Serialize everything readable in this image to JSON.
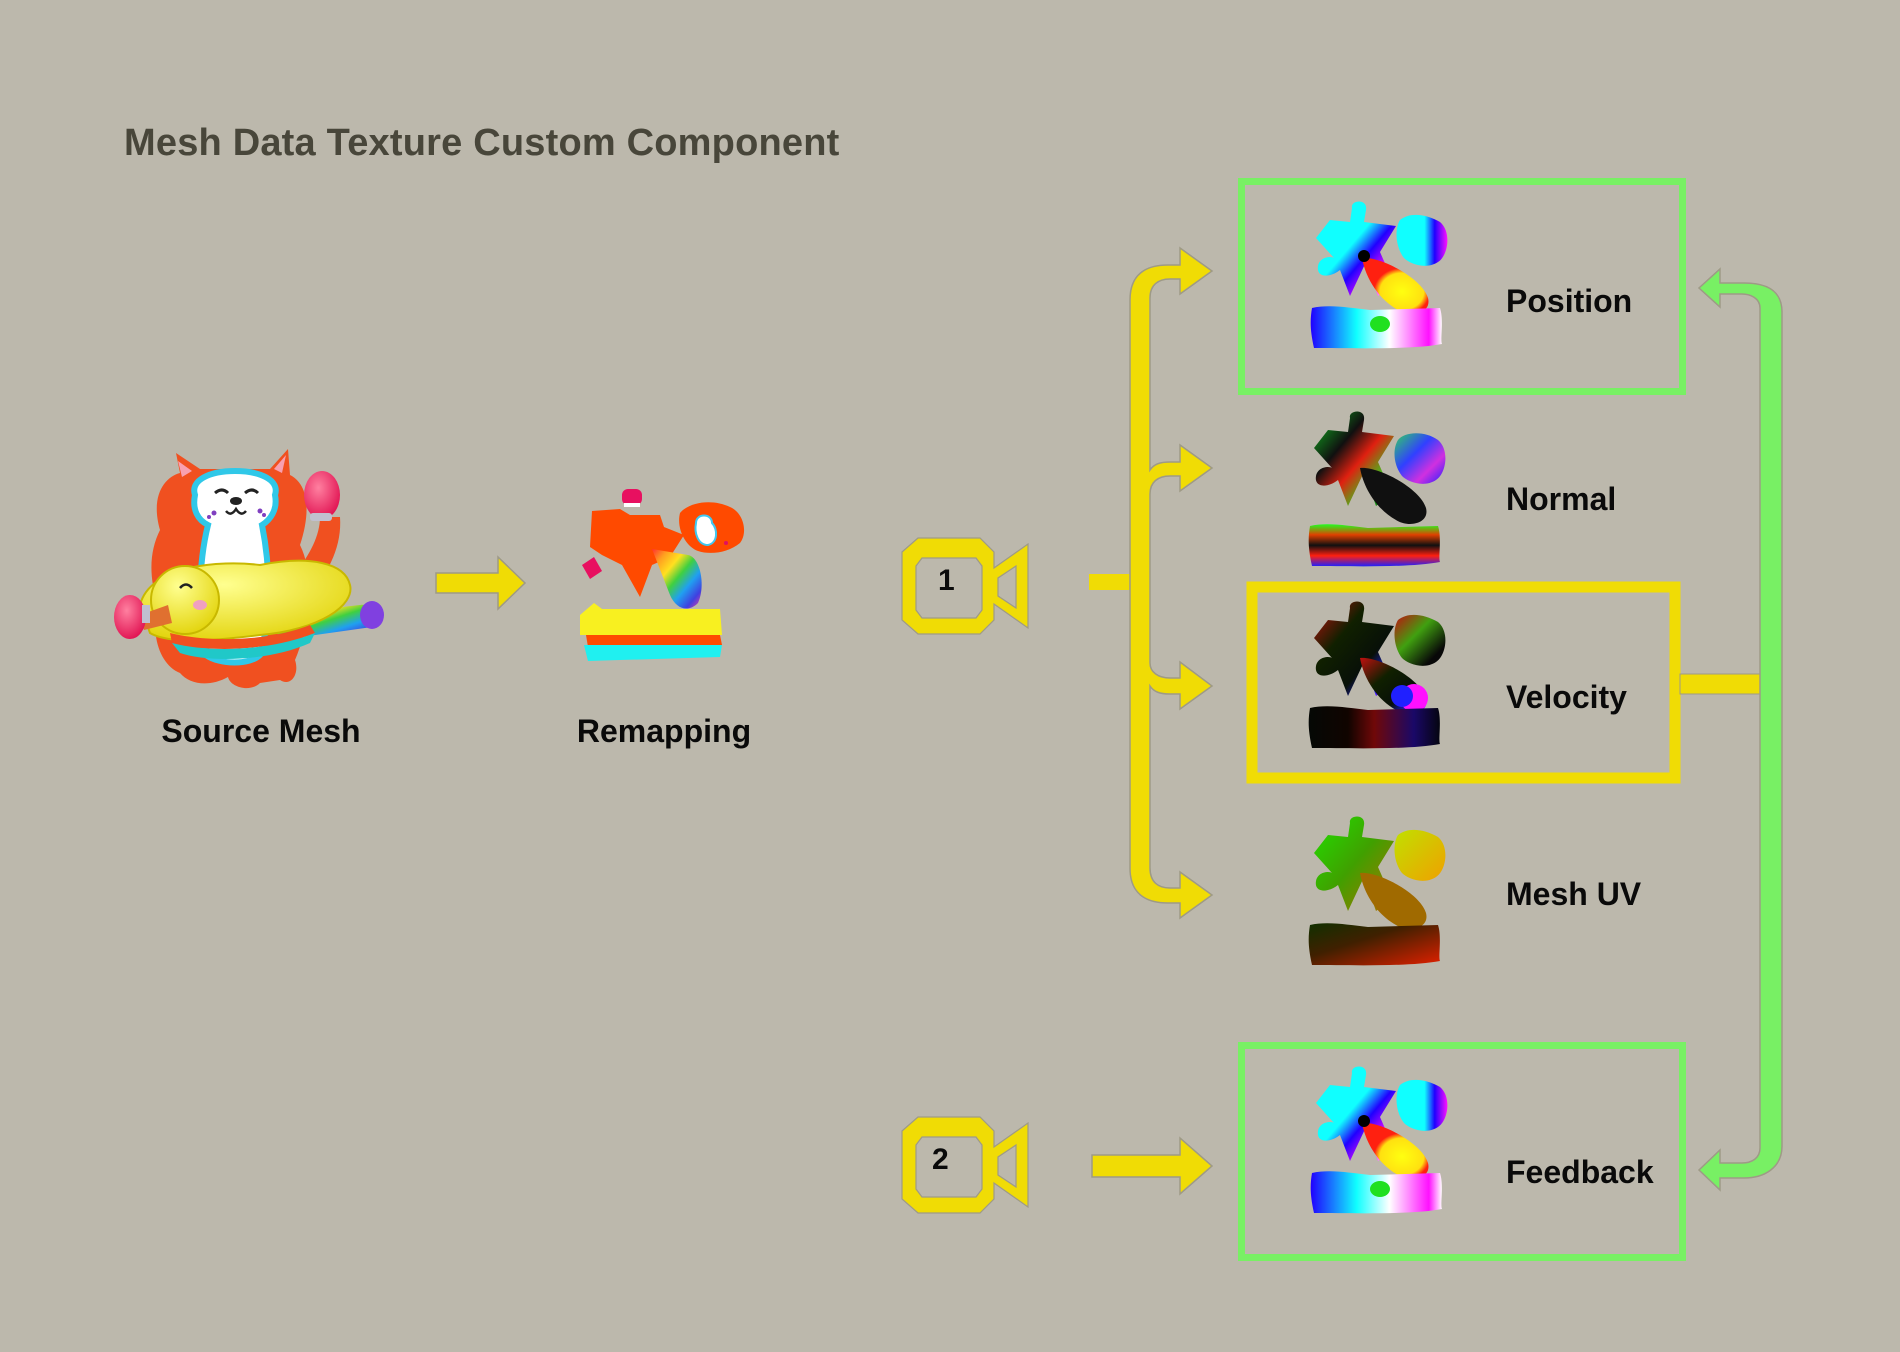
{
  "title": "Mesh Data Texture Custom Component",
  "colors": {
    "background": "#bcb8ac",
    "title_text": "#48463a",
    "yellow_flow": "#f0dc05",
    "green_feedback": "#78f064",
    "label_text": "#0a0a0a"
  },
  "pipeline": {
    "source": {
      "label": "Source Mesh",
      "icon": "source-mesh-fox-with-duck-float-icon"
    },
    "remap": {
      "label": "Remapping",
      "icon": "remapped-uv-layout-icon"
    }
  },
  "cameras": [
    {
      "number": "1",
      "icon": "video-camera-icon"
    },
    {
      "number": "2",
      "icon": "video-camera-icon"
    }
  ],
  "outputs": [
    {
      "label": "Position",
      "highlight": "green",
      "texture": "position-texture"
    },
    {
      "label": "Normal",
      "highlight": "none",
      "texture": "normal-texture"
    },
    {
      "label": "Velocity",
      "highlight": "yellow",
      "texture": "velocity-texture"
    },
    {
      "label": "Mesh UV",
      "highlight": "none",
      "texture": "mesh-uv-texture"
    },
    {
      "label": "Feedback",
      "highlight": "green",
      "texture": "feedback-texture"
    }
  ]
}
